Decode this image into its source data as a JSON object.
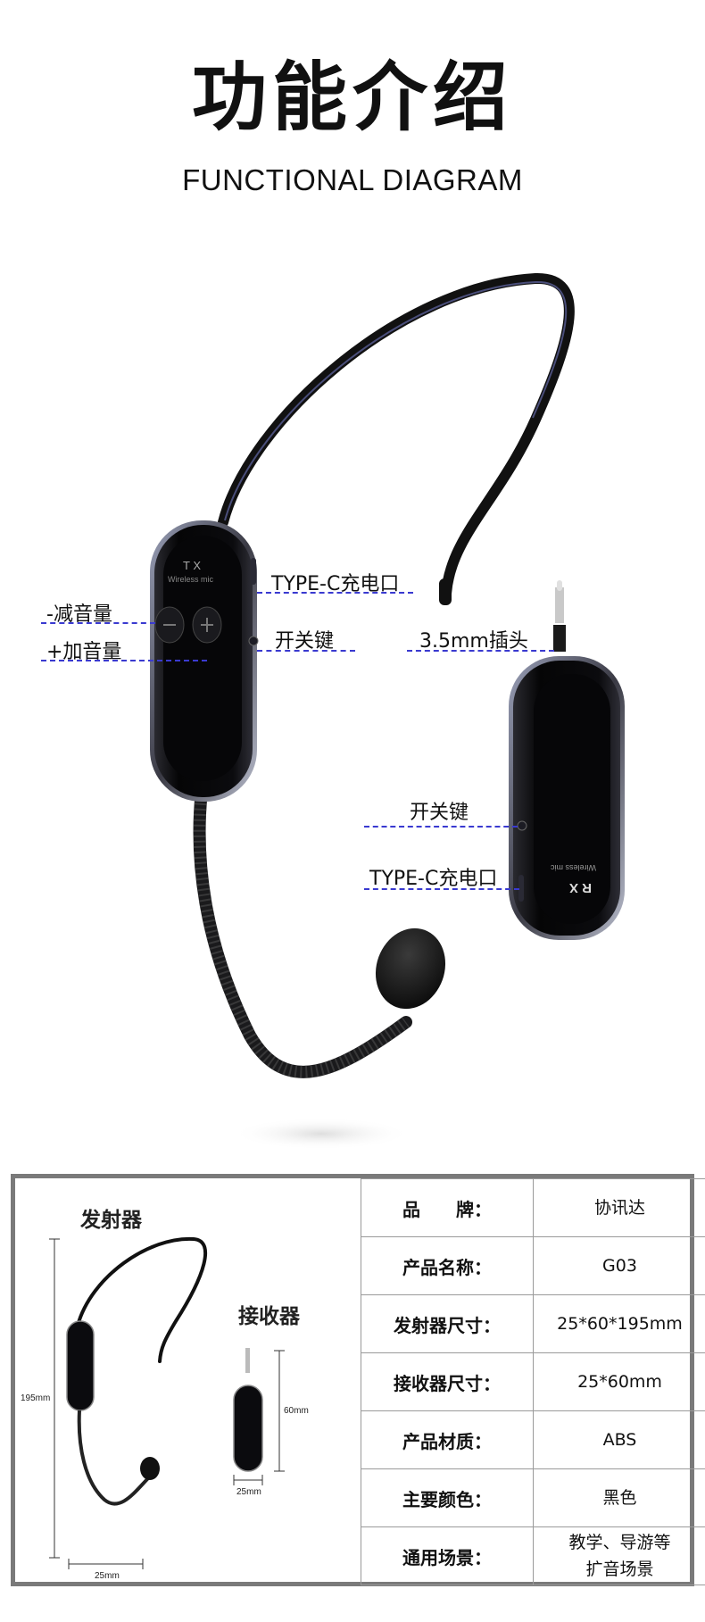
{
  "header": {
    "title": "功能介绍",
    "subtitle": "FUNCTIONAL DIAGRAM"
  },
  "transmitter": {
    "screen_tx": "T X",
    "screen_sub": "Wireless mic",
    "labels": {
      "typec": "TYPE-C充电口",
      "switch": "开关键",
      "vol_down": "-减音量",
      "vol_up": "+加音量"
    }
  },
  "receiver": {
    "screen_rx": "R X",
    "screen_sub": "Wireless mic",
    "labels": {
      "plug": "3.5mm插头",
      "switch": "开关键",
      "typec": "TYPE-C充电口"
    }
  },
  "spec": {
    "transmitter_heading": "发射器",
    "receiver_heading": "接收器",
    "dims": {
      "tx_height": "195mm",
      "tx_width": "25mm",
      "rx_height": "60mm",
      "rx_width": "25mm"
    },
    "rows": [
      {
        "key": "品　　牌：",
        "value": "协讯达"
      },
      {
        "key": "产品名称：",
        "value": "G03"
      },
      {
        "key": "发射器尺寸：",
        "value": "25*60*195mm"
      },
      {
        "key": "接收器尺寸：",
        "value": "25*60mm"
      },
      {
        "key": "产品材质：",
        "value": "ABS"
      },
      {
        "key": "主要颜色：",
        "value": "黑色"
      },
      {
        "key": "通用场景：",
        "value": "教学、导游等\n扩音场景"
      }
    ]
  },
  "colors": {
    "device_black": "#0a0a0c",
    "accent_blue": "#3a3ad0",
    "frame_gray": "#7a7a7a"
  }
}
